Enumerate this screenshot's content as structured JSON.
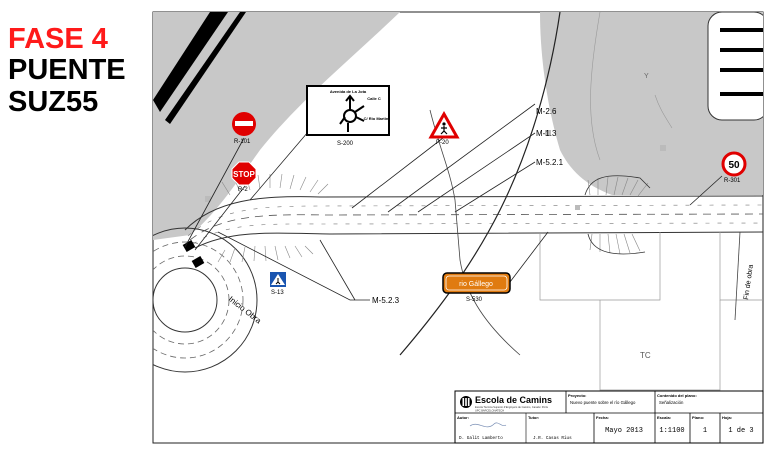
{
  "phase": {
    "line1": "FASE 4",
    "line2": "PUENTE",
    "line3": "SUZ55"
  },
  "colors": {
    "phase_red": "#ff1a1a",
    "road_gray": "#c8c8c8",
    "sign_orange": "#e07b10",
    "sign_blue": "#1a55b0"
  },
  "signs": {
    "r101": {
      "code": "R-101"
    },
    "r2": {
      "code": "R-2",
      "text": "STOP"
    },
    "s200": {
      "code": "S-200",
      "dest1": "Avenida de La Jota",
      "dest2": "Calle C",
      "dest3": "C/ Rio Martin"
    },
    "p20": {
      "code": "P-20"
    },
    "r301": {
      "code": "R-301",
      "limit": "50"
    },
    "s13": {
      "code": "S-13"
    },
    "s530": {
      "code": "S-530",
      "text": "rio Gállego"
    }
  },
  "markings": {
    "m26": "M-2.6",
    "m13": "M-1.3",
    "m521": "M-5.2.1",
    "m523": "M-5.2.3"
  },
  "labels": {
    "inicio": "Inicio Obra",
    "fin": "Fin de obra",
    "tc": "TC",
    "y": "Y"
  },
  "title_block": {
    "school": "Escola de Camins",
    "school_sub": "Escola Tècnica Superior d'Enginyers de Camins, Canals i Ports",
    "school_sub2": "UPC BARCELONATECH",
    "project_label": "Proyecto:",
    "project_value": "Nuevo puente sobre el río Gállego",
    "content_label": "Contenido del plano:",
    "content_value": "Señalización",
    "author_label": "Autor:",
    "author_value": "D. Galit Lamberto",
    "tutor_label": "Tutor:",
    "tutor_value": "J.R. Casas Rius",
    "date_label": "Fecha:",
    "date_value": "Mayo 2013",
    "scale_label": "Escala:",
    "scale_value": "1:1100",
    "plane_label": "Plano:",
    "plane_value": "1",
    "sheet_label": "Hoja:",
    "sheet_value": "1 de 3"
  }
}
